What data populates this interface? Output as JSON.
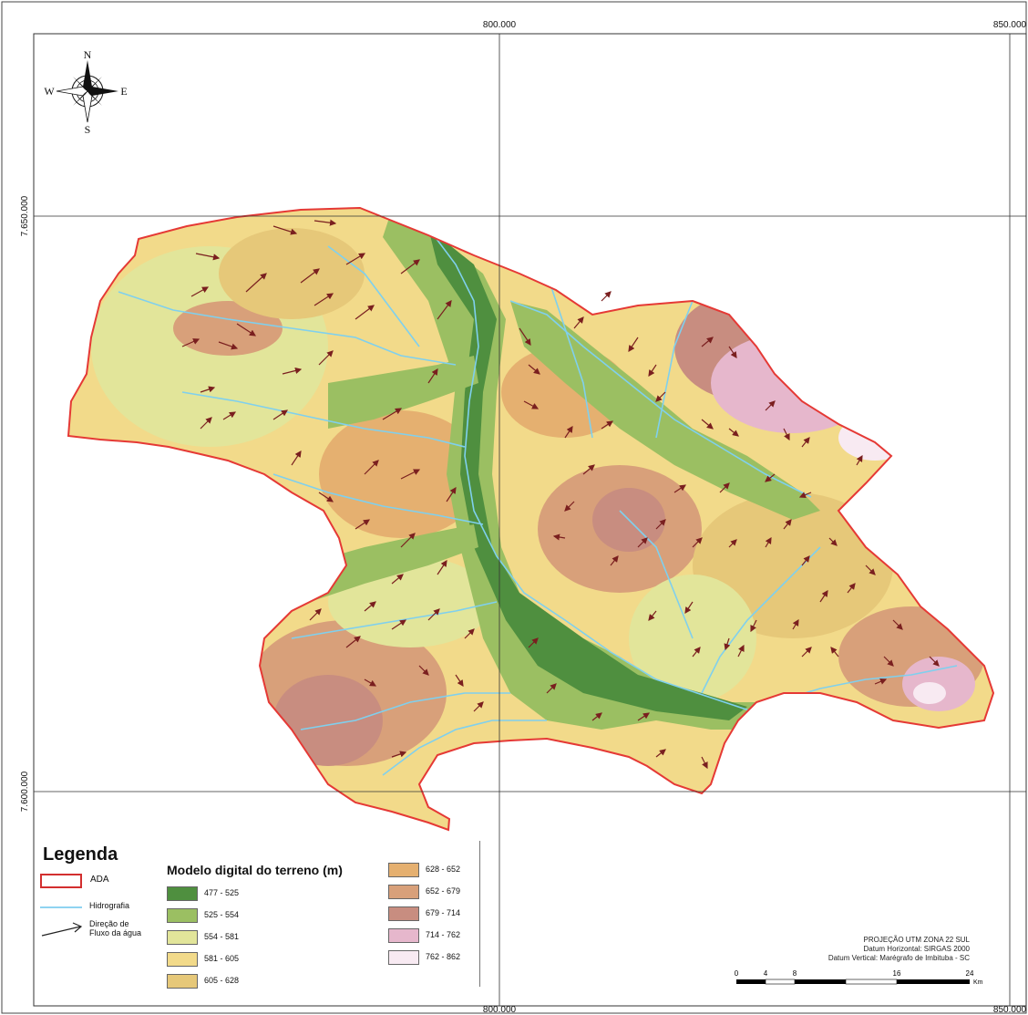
{
  "grid": {
    "x_top": [
      "800.000",
      "850.000"
    ],
    "x_bottom": [
      "800.000",
      "850.000"
    ],
    "y_left": [
      "7.650.000",
      "7.600.000"
    ]
  },
  "compass": {
    "n": "N",
    "s": "S",
    "e": "E",
    "w": "W"
  },
  "legend": {
    "title": "Legenda",
    "ada_label": "ADA",
    "hydro_label": "Hidrografia",
    "flow_label_1": "Direção de",
    "flow_label_2": "Fluxo da água",
    "mdt_title": "Modelo digital do terreno (m)",
    "classes": [
      {
        "label": "477 - 525",
        "color": "#4f8f3f"
      },
      {
        "label": "525 - 554",
        "color": "#9bbf62"
      },
      {
        "label": "554 - 581",
        "color": "#e2e59a"
      },
      {
        "label": "581 - 605",
        "color": "#f2da8a"
      },
      {
        "label": "605 - 628",
        "color": "#e6c879"
      },
      {
        "label": "628 - 652",
        "color": "#e5b070"
      },
      {
        "label": "652 - 679",
        "color": "#d8a07a"
      },
      {
        "label": "679 - 714",
        "color": "#c88d80"
      },
      {
        "label": "714 - 762",
        "color": "#e6b7cc"
      },
      {
        "label": "762 - 862",
        "color": "#f8eaf2"
      }
    ]
  },
  "projection": {
    "line1": "PROJEÇÃO UTM ZONA 22 SUL",
    "line2": "Datum Horizontal: SIRGAS 2000",
    "line3": "Datum Vertical: Marégrafo de Imbituba - SC"
  },
  "scale_bar": {
    "ticks": [
      "0",
      "4",
      "8",
      "16",
      "24"
    ],
    "unit": "Km"
  },
  "colors": {
    "ada_outline": "#e53935",
    "hydrography": "#7fd0ee",
    "flow_arrow": "#7a1f1f"
  }
}
